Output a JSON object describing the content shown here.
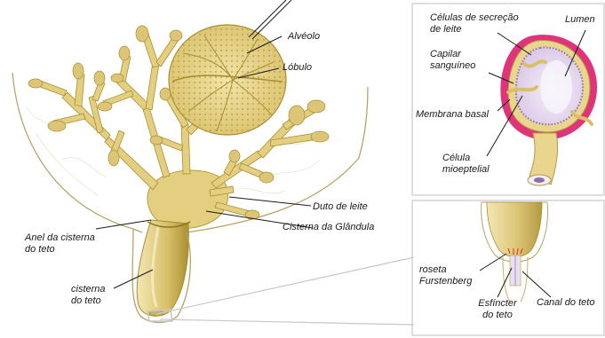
{
  "diagram": {
    "labels": {
      "alveolo": "Alvéolo",
      "lobulo": "Lóbulo",
      "duto_de_leite": "Duto de leite",
      "cisterna_da_glandula": "Cisterna da Glândula",
      "anel_da_cisterna_line1": "Anel da cisterna",
      "anel_da_cisterna_line2": "do teto",
      "cisterna_do_teto_line1": "cisterna",
      "cisterna_do_teto_line2": "do teto",
      "celulas_secrecao_line1": "Células de secreção",
      "celulas_secrecao_line2": "de leite",
      "lumen": "Lumen",
      "capilar_line1": "Capilar",
      "capilar_line2": "sanguíneo",
      "membrana_basal": "Membrana basal",
      "celula_mio_line1": "Célula",
      "celula_mio_line2": "mioeptelial",
      "roseta_line1": "roseta",
      "roseta_line2": "Furstenberg",
      "esfincter_line1": "Esfíncter",
      "esfincter_line2": "do teto",
      "canal_do_teto": "Canal do teto"
    },
    "colors": {
      "gland_fill": "#e3cf7f",
      "gland_dark": "#a98f33",
      "gland_light": "#f1e4a8",
      "capillary_pink": "#e0347a",
      "lumen_fill": "#ece2f2",
      "udder_outline": "#b8a468",
      "border": "#c8c8c8"
    }
  }
}
